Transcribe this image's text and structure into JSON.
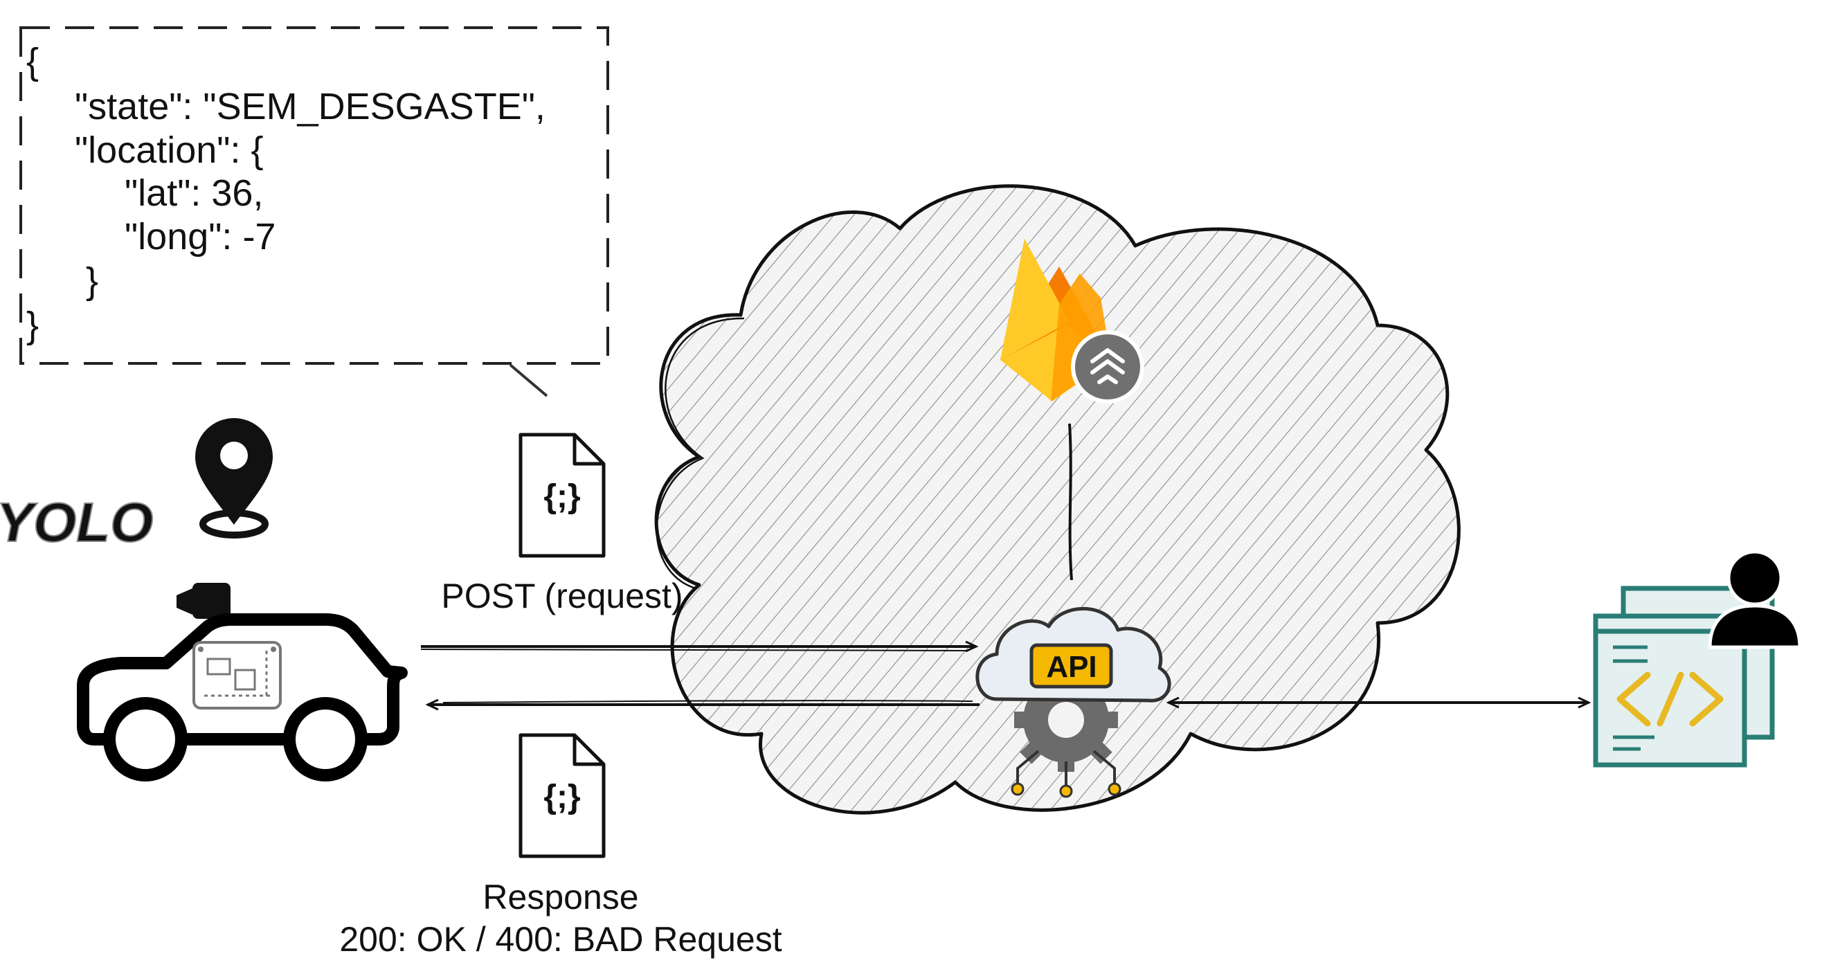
{
  "json_payload": {
    "lines": [
      "{",
      "\"state\": \"SEM_DESGASTE\",",
      "\"location\": {",
      "\"lat\": 36,",
      "\"long\": -7",
      "}",
      "}"
    ]
  },
  "labels": {
    "yolo_logo": "YOLO",
    "request": "POST (request)",
    "response_title": "Response",
    "response_codes": "200: OK / 400: BAD Request",
    "api_badge": "API",
    "doc_glyph": "{;}"
  },
  "icons": {
    "yolo": "yolo-logo",
    "location": "location-pin-icon",
    "car": "car-with-camera-and-board-icon",
    "request_doc": "json-file-icon",
    "response_doc": "json-file-icon",
    "cloud": "cloud-icon",
    "firebase": "firebase-icon",
    "api": "api-gear-icon",
    "dev_app": "developer-web-app-icon",
    "user": "user-icon"
  },
  "colors": {
    "firebase_yellow": "#FFCA28",
    "firebase_orange": "#F57C00",
    "firebase_light": "#FFA000",
    "api_badge": "#F5B800",
    "gear": "#6b6b6b",
    "teal": "#2a7d74",
    "app_bg": "#e3f0ef",
    "chevron": "#e8b923"
  }
}
